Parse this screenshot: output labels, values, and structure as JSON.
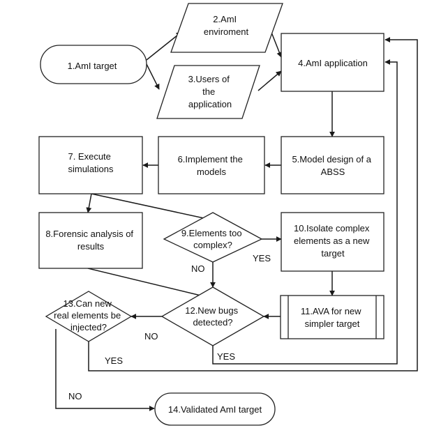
{
  "nodes": {
    "n1": {
      "lines": [
        "1.AmI target"
      ]
    },
    "n2": {
      "lines": [
        "2.AmI",
        "enviroment"
      ]
    },
    "n3": {
      "lines": [
        "3.Users of",
        "the",
        "application"
      ]
    },
    "n4": {
      "lines": [
        "4.AmI application"
      ]
    },
    "n5": {
      "lines": [
        "5.Model design of a",
        "ABSS"
      ]
    },
    "n6": {
      "lines": [
        "6.Implement the",
        "models"
      ]
    },
    "n7": {
      "lines": [
        "7. Execute",
        "simulations"
      ]
    },
    "n8": {
      "lines": [
        "8.Forensic analysis of",
        "results"
      ]
    },
    "n9": {
      "lines": [
        "9.Elements too",
        "complex?"
      ]
    },
    "n10": {
      "lines": [
        "10.Isolate complex",
        "elements as a new",
        "target"
      ]
    },
    "n11": {
      "lines": [
        "11.AVA for new",
        "simpler target"
      ]
    },
    "n12": {
      "lines": [
        "12.New bugs",
        "detected?"
      ]
    },
    "n13": {
      "lines": [
        "13.Can new",
        "real elements be",
        "injected?"
      ]
    },
    "n14": {
      "lines": [
        "14.Validated AmI target"
      ]
    }
  },
  "edge_labels": {
    "yes_9": "YES",
    "no_9": "NO",
    "no_12": "NO",
    "yes_12": "YES",
    "yes_13": "YES",
    "no_13": "NO"
  }
}
